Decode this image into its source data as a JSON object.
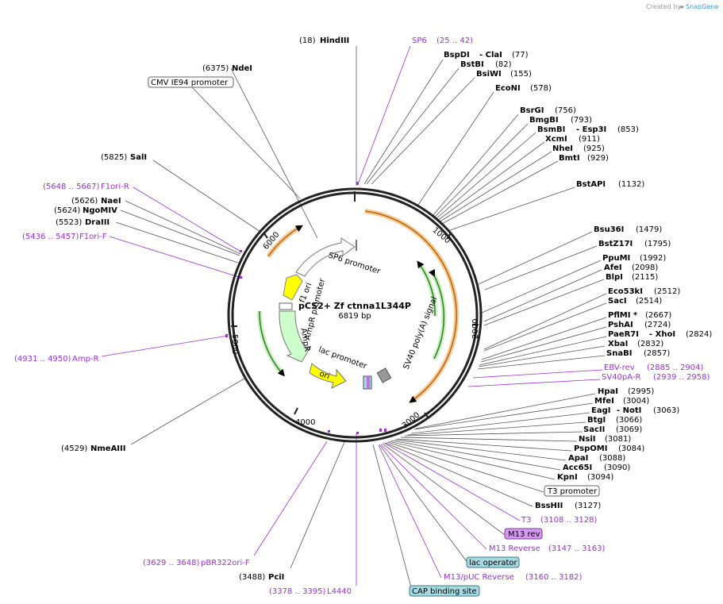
{
  "plasmid": {
    "name": "pCS2+ Zf ctnna1L344P",
    "length_label": "6819 bp",
    "length": 6819
  },
  "credit": {
    "prefix": "Created by",
    "brand": "SnapGene"
  },
  "ticks": [
    {
      "label": "1000"
    },
    {
      "label": "2000"
    },
    {
      "label": "3000"
    },
    {
      "label": "4000"
    },
    {
      "label": "5000"
    },
    {
      "label": "6000"
    }
  ],
  "features": [
    {
      "name": "SP6 promoter",
      "color": "#ffffff"
    },
    {
      "name": "SV40 poly(A) signal",
      "color": "#ffffff"
    },
    {
      "name": "lac promoter",
      "color": "#ffffff"
    },
    {
      "name": "ori",
      "color": "#ffff00"
    },
    {
      "name": "AmpR",
      "color": "#ccffcc"
    },
    {
      "name": "AmpR promoter",
      "color": "#ffffff"
    },
    {
      "name": "f1 ori",
      "color": "#ffff00"
    }
  ],
  "labels": {
    "HindIII": {
      "name": "HindIII",
      "pos": "(18)"
    },
    "SP6": {
      "name": "SP6",
      "pos": "(25 .. 42)"
    },
    "BspDI": {
      "name": "BspDI",
      "sep": "- ClaI",
      "pos": "(77)"
    },
    "BstBI": {
      "name": "BstBI",
      "pos": "(82)"
    },
    "BsiWI": {
      "name": "BsiWI",
      "pos": "(155)"
    },
    "EcoNI": {
      "name": "EcoNI",
      "pos": "(578)"
    },
    "BsrGI": {
      "name": "BsrGI",
      "pos": "(756)"
    },
    "BmgBI": {
      "name": "BmgBI",
      "pos": "(793)"
    },
    "BsmBI": {
      "name": "BsmBI",
      "sep": "- Esp3I",
      "pos": "(853)"
    },
    "XcmI": {
      "name": "XcmI",
      "pos": "(911)"
    },
    "NheI": {
      "name": "NheI",
      "pos": "(925)"
    },
    "BmtI": {
      "name": "BmtI",
      "pos": "(929)"
    },
    "BstAPI": {
      "name": "BstAPI",
      "pos": "(1132)"
    },
    "Bsu36I": {
      "name": "Bsu36I",
      "pos": "(1479)"
    },
    "BstZ17I": {
      "name": "BstZ17I",
      "pos": "(1795)"
    },
    "PpuMI": {
      "name": "PpuMI",
      "pos": "(1992)"
    },
    "AfeI": {
      "name": "AfeI",
      "pos": "(2098)"
    },
    "BlpI": {
      "name": "BlpI",
      "pos": "(2115)"
    },
    "Eco53kI": {
      "name": "Eco53kI",
      "pos": "(2512)"
    },
    "SacI": {
      "name": "SacI",
      "pos": "(2514)"
    },
    "PflMI": {
      "name": "PflMI *",
      "pos": "(2667)"
    },
    "PshAI": {
      "name": "PshAI",
      "pos": "(2724)"
    },
    "PaeR7I": {
      "name": "PaeR7I",
      "sep": "- XhoI",
      "pos": "(2824)"
    },
    "XbaI": {
      "name": "XbaI",
      "pos": "(2832)"
    },
    "SnaBI": {
      "name": "SnaBI",
      "pos": "(2857)"
    },
    "EBVrev": {
      "name": "EBV-rev",
      "pos": "(2885 .. 2904)"
    },
    "SV40pAR": {
      "name": "SV40pA-R",
      "pos": "(2939 .. 2958)"
    },
    "HpaI": {
      "name": "HpaI",
      "pos": "(2995)"
    },
    "MfeI": {
      "name": "MfeI",
      "pos": "(3004)"
    },
    "EagI": {
      "name": "EagI",
      "sep": "- NotI",
      "pos": "(3063)"
    },
    "BtgI": {
      "name": "BtgI",
      "pos": "(3066)"
    },
    "SacII": {
      "name": "SacII",
      "pos": "(3069)"
    },
    "NsiI": {
      "name": "NsiI",
      "pos": "(3081)"
    },
    "PspOMI": {
      "name": "PspOMI",
      "pos": "(3084)"
    },
    "ApaI": {
      "name": "ApaI",
      "pos": "(3088)"
    },
    "Acc65I": {
      "name": "Acc65I",
      "pos": "(3090)"
    },
    "KpnI": {
      "name": "KpnI",
      "pos": "(3094)"
    },
    "T3promoter": {
      "name": "T3 promoter"
    },
    "BssHII": {
      "name": "BssHII",
      "pos": "(3127)"
    },
    "T3": {
      "name": "T3",
      "pos": "(3108 .. 3128)"
    },
    "M13rev": {
      "name": "M13 rev"
    },
    "M13Reverse": {
      "name": "M13 Reverse",
      "pos": "(3147 .. 3163)"
    },
    "lacoperator": {
      "name": "lac operator"
    },
    "M13pUCReverse": {
      "name": "M13/pUC Reverse",
      "pos": "(3160 .. 3182)"
    },
    "CAP": {
      "name": "CAP binding site"
    },
    "L4440": {
      "name": "L4440",
      "pos": "(3378 .. 3395)"
    },
    "PciI": {
      "name": "PciI",
      "pos": "(3488)"
    },
    "pBR322": {
      "name": "pBR322ori-F",
      "pos": "(3629 .. 3648)"
    },
    "NmeAIII": {
      "name": "NmeAIII",
      "pos": "(4529)"
    },
    "AmpR_primer": {
      "name": "Amp-R",
      "pos": "(4931 .. 4950)"
    },
    "F1oriF": {
      "name": "F1ori-F",
      "pos": "(5436 .. 5457)"
    },
    "DraIII": {
      "name": "DraIII",
      "pos": "(5523)"
    },
    "NgoMIV": {
      "name": "NgoMIV",
      "pos": "(5624)"
    },
    "NaeI": {
      "name": "NaeI",
      "pos": "(5626)"
    },
    "F1oriR": {
      "name": "F1ori-R",
      "pos": "(5648 .. 5667)"
    },
    "SalI": {
      "name": "SalI",
      "pos": "(5825)"
    },
    "CMV": {
      "name": "CMV IE94 promoter"
    },
    "NdeI": {
      "name": "NdeI",
      "pos": "(6375)"
    }
  }
}
